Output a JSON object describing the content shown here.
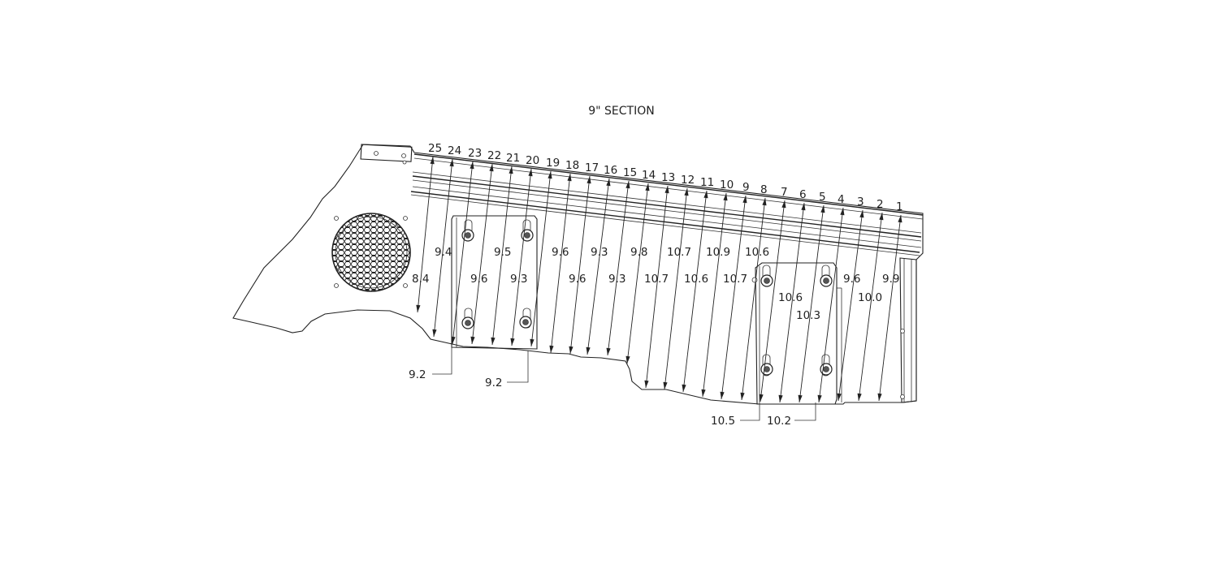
{
  "title": "9\" SECTION",
  "stations": [
    {
      "n": "25"
    },
    {
      "n": "24"
    },
    {
      "n": "23"
    },
    {
      "n": "22"
    },
    {
      "n": "21"
    },
    {
      "n": "20"
    },
    {
      "n": "19"
    },
    {
      "n": "18"
    },
    {
      "n": "17"
    },
    {
      "n": "16"
    },
    {
      "n": "15"
    },
    {
      "n": "14"
    },
    {
      "n": "13"
    },
    {
      "n": "12"
    },
    {
      "n": "11"
    },
    {
      "n": "10"
    },
    {
      "n": "9"
    },
    {
      "n": "8"
    },
    {
      "n": "7"
    },
    {
      "n": "6"
    },
    {
      "n": "5"
    },
    {
      "n": "4"
    },
    {
      "n": "3"
    },
    {
      "n": "2"
    },
    {
      "n": "1"
    }
  ],
  "depth_labels": [
    "8.4",
    "9.4",
    "9.6",
    "9.5",
    "9.3",
    "9.6",
    "9.6",
    "9.3",
    "9.3",
    "9.8",
    "10.7",
    "10.7",
    "10.6",
    "10.9",
    "10.7",
    "10.6",
    "10.6",
    "10.3",
    "9.6",
    "10.0",
    "9.9"
  ],
  "callouts": [
    "9.2",
    "9.2",
    "10.5",
    "10.2"
  ]
}
